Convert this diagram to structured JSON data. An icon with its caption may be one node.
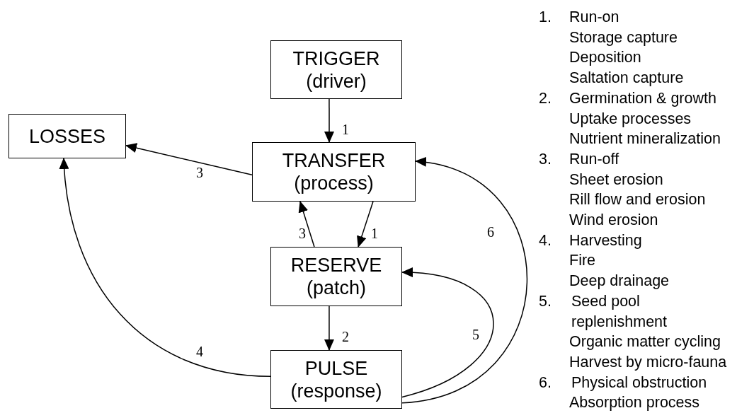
{
  "diagram": {
    "nodes": [
      {
        "text": [
          "TRIGGER",
          "(driver)"
        ]
      },
      {
        "text": [
          "LOSSES"
        ]
      },
      {
        "text": [
          "TRANSFER",
          "(process)"
        ]
      },
      {
        "text": [
          "RESERVE",
          "(patch)"
        ]
      },
      {
        "text": [
          "PULSE",
          "(response)"
        ]
      }
    ],
    "edges": [
      {
        "from": 0,
        "to": 2,
        "arrow": "to",
        "label": "1"
      },
      {
        "from": 2,
        "to": 1,
        "arrow": "to",
        "label": "3"
      },
      {
        "from": 3,
        "to": 2,
        "arrow": "to",
        "label": "3"
      },
      {
        "from": 2,
        "to": 3,
        "arrow": "to",
        "label": "1"
      },
      {
        "from": 3,
        "to": 4,
        "arrow": "to",
        "label": "2"
      },
      {
        "from": 4,
        "to": 1,
        "arrow": "to",
        "label": "4"
      },
      {
        "from": 4,
        "to": 3,
        "arrow": "to",
        "label": "5"
      },
      {
        "from": 4,
        "to": 2,
        "arrow": "to",
        "label": "6"
      }
    ],
    "labels": [
      "1.",
      "Run-on",
      "Storage capture",
      "Deposition",
      "Saltation capture",
      "2.",
      "Germination & growth",
      "Uptake processes",
      "Nutrient mineralization",
      "3.",
      "Run-off",
      "Sheet erosion",
      "Rill flow and erosion",
      "Wind erosion",
      "4.",
      "Harvesting",
      "Fire",
      "Deep drainage",
      "5.",
      "Seed pool replenishment",
      "Organic matter cycling",
      "Harvest by micro-fauna",
      "6.",
      "Physical obstruction",
      "Absorption process"
    ]
  }
}
